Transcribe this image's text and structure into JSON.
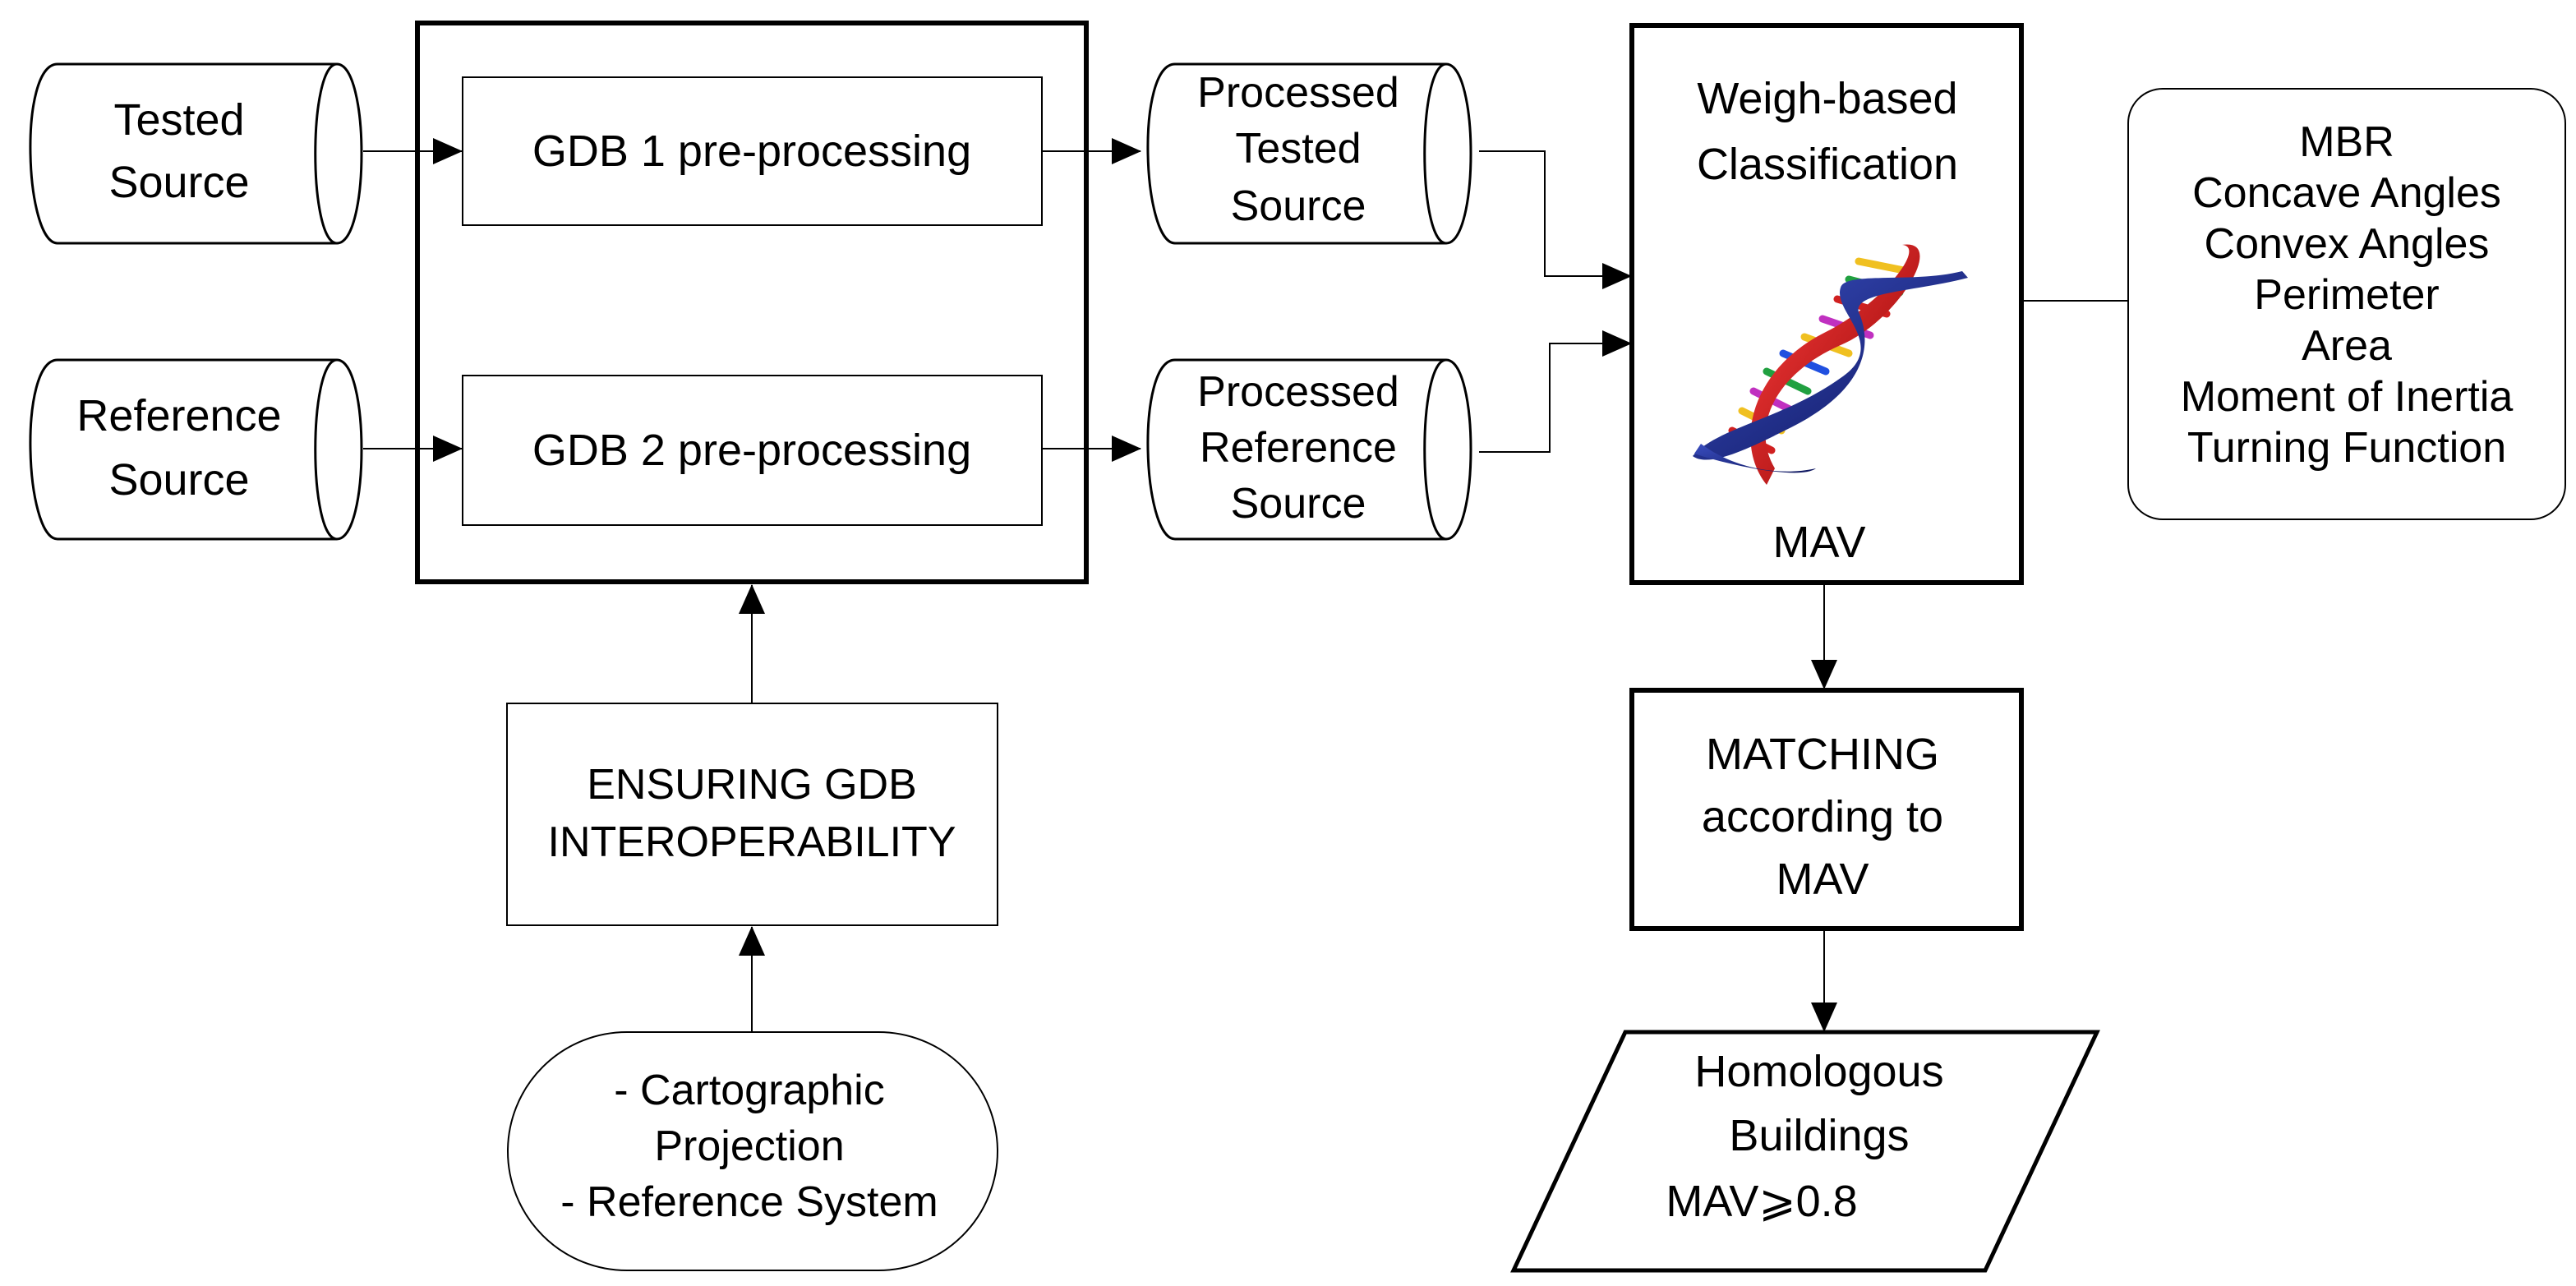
{
  "nodes": {
    "tested_source": [
      "Tested",
      "Source"
    ],
    "reference_source": [
      "Reference",
      "Source"
    ],
    "gdb1": [
      "GDB 1 pre-processing"
    ],
    "gdb2": [
      "GDB 2 pre-processing"
    ],
    "processed_tested": [
      "Processed",
      "Tested",
      "Source"
    ],
    "processed_reference": [
      "Processed",
      "Reference",
      "Source"
    ],
    "classification_title": [
      "Weigh-based",
      "Classification"
    ],
    "classification_footer": [
      "MAV"
    ],
    "criteria": [
      "MBR",
      "Concave Angles",
      "Convex Angles",
      "Perimeter",
      "Area",
      "Moment of Inertia",
      "Turning Function"
    ],
    "interoperability": [
      "ENSURING GDB",
      "INTEROPERABILITY"
    ],
    "projection": [
      "- Cartographic",
      "Projection",
      "- Reference System"
    ],
    "matching": [
      "MATCHING",
      "according to",
      "MAV"
    ],
    "homologous": [
      "Homologous",
      "Buildings",
      "MAV⩾0.8"
    ]
  },
  "icons": {
    "dna": "dna-helix-icon"
  },
  "colors": {
    "stroke": "#000000",
    "helix_red": "#cc1111",
    "helix_blue": "#1a2a8a"
  }
}
